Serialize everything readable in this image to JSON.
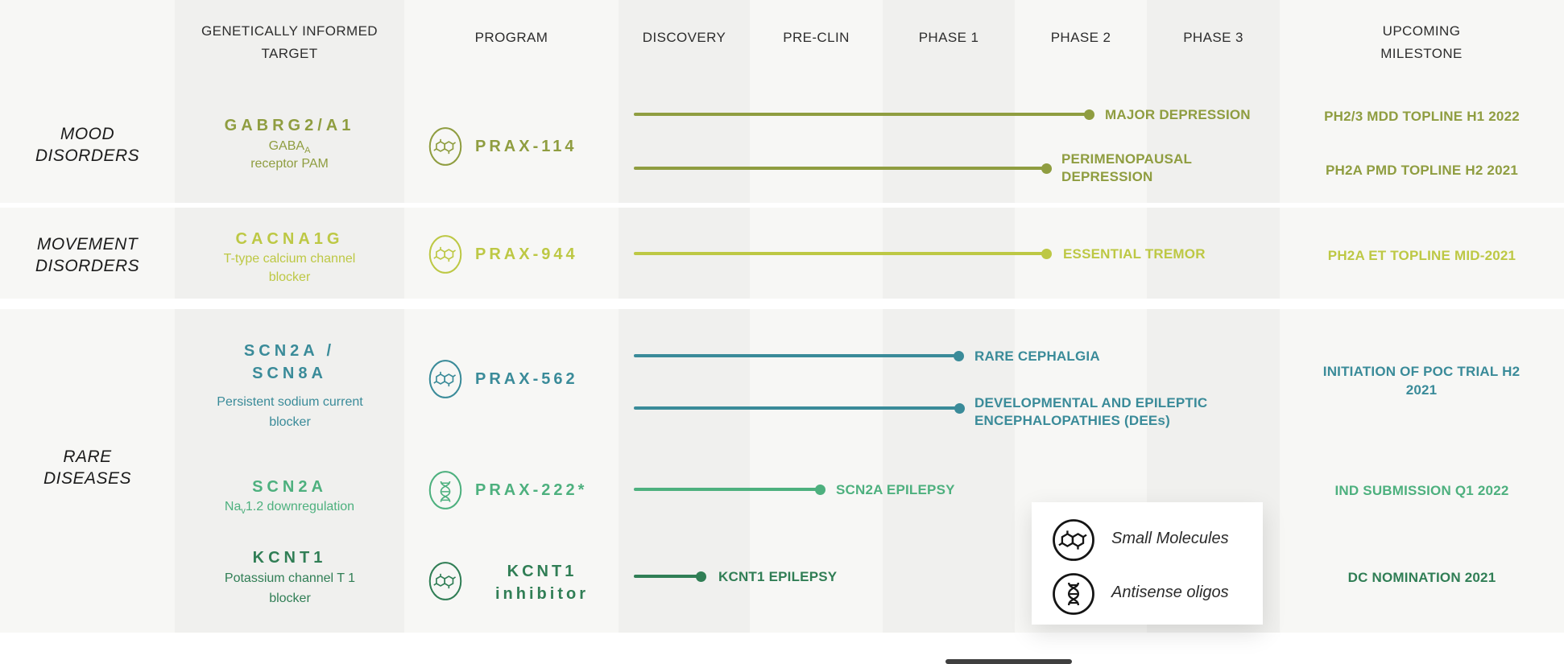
{
  "header": {
    "target": "GENETICALLY INFORMED TARGET",
    "program": "PROGRAM",
    "discovery": "DISCOVERY",
    "preclin": "PRE-CLIN",
    "phase1": "PHASE 1",
    "phase2": "PHASE 2",
    "phase3": "PHASE 3",
    "milestone": "UPCOMING MILESTONE"
  },
  "categories": {
    "mood": "MOOD DISORDERS",
    "movement": "MOVEMENT DISORDERS",
    "rare": "RARE DISEASES"
  },
  "colors": {
    "mood": "#8f9d40",
    "movement": "#bdc844",
    "rare_teal": "#3a8b99",
    "rare_green": "#4db07e",
    "rare_dark_green": "#307e55"
  },
  "rows": {
    "prax114": {
      "target": "GABRG2/A1",
      "target_sub1_base": "GABA",
      "target_sub1_sub": "A",
      "target_sub2": "receptor PAM",
      "program": "PRAX-114",
      "modality": "small-molecule",
      "indications": [
        {
          "label": "MAJOR DEPRESSION",
          "stage": "Phase 2"
        },
        {
          "label": "PERIMENOPAUSAL DEPRESSION",
          "stage": "Phase 2"
        }
      ],
      "milestones": [
        "PH2/3 MDD TOPLINE H1 2022",
        "PH2A PMD TOPLINE H2 2021"
      ]
    },
    "prax944": {
      "target": "CACNA1G",
      "target_sub": "T-type calcium channel blocker",
      "program": "PRAX-944",
      "modality": "small-molecule",
      "indications": [
        {
          "label": "ESSENTIAL TREMOR",
          "stage": "Phase 2"
        }
      ],
      "milestones": [
        "PH2A ET TOPLINE MID-2021"
      ]
    },
    "prax562": {
      "target": "SCN2A / SCN8A",
      "target_sub": "Persistent sodium current blocker",
      "program": "PRAX-562",
      "modality": "small-molecule",
      "indications": [
        {
          "label": "RARE CEPHALGIA",
          "stage": "Phase 1"
        },
        {
          "label": "DEVELOPMENTAL AND EPILEPTIC ENCEPHALOPATHIES (DEEs)",
          "stage": "Phase 1"
        }
      ],
      "milestones": [
        "INITIATION OF POC TRIAL H2 2021"
      ]
    },
    "prax222": {
      "target": "SCN2A",
      "target_sub_base": "Na",
      "target_sub_sub": "v",
      "target_sub_rest": "1.2 downregulation",
      "program": "PRAX-222*",
      "modality": "antisense-oligo",
      "indications": [
        {
          "label": "SCN2A EPILEPSY",
          "stage": "Pre-clinical"
        }
      ],
      "milestones": [
        "IND SUBMISSION Q1 2022"
      ]
    },
    "kcnt1": {
      "target": "KCNT1",
      "target_sub": "Potassium channel T 1 blocker",
      "program": "KCNT1 inhibitor",
      "modality": "small-molecule",
      "indications": [
        {
          "label": "KCNT1 EPILEPSY",
          "stage": "Discovery"
        }
      ],
      "milestones": [
        "DC NOMINATION 2021"
      ]
    }
  },
  "legend": {
    "items": [
      {
        "icon": "small-molecule",
        "label": "Small Molecules"
      },
      {
        "icon": "antisense-oligo",
        "label": "Antisense oligos"
      }
    ]
  }
}
